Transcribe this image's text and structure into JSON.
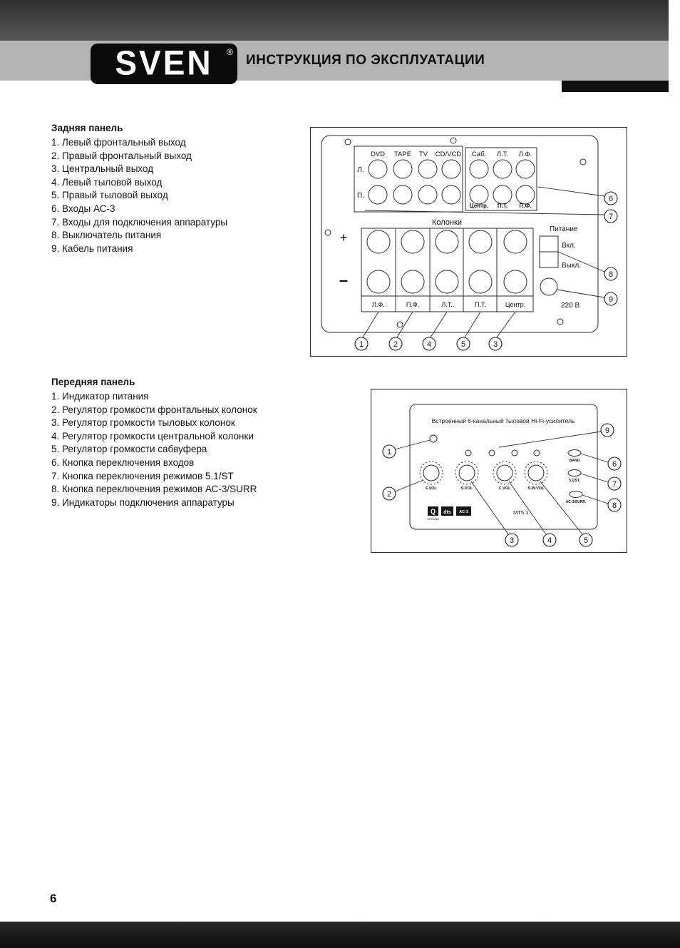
{
  "header": {
    "logo": "SVEN",
    "logo_reg": "®",
    "title": "ИНСТРУКЦИЯ ПО ЭКСПЛУАТАЦИИ"
  },
  "rear_panel": {
    "heading": "Задняя панель",
    "items": [
      "1. Левый фронтальный выход",
      "2. Правый фронтальный выход",
      "3. Центральный выход",
      "4. Левый тыловой выход",
      "5. Правый тыловой выход",
      "6. Входы АС-3",
      "7. Входы для подключения аппаратуры",
      "8. Выключатель питания",
      "9. Кабель питания"
    ]
  },
  "front_panel": {
    "heading": "Передняя панель",
    "items": [
      "1. Индикатор питания",
      "2. Регулятор громкости фронтальных колонок",
      "3. Регулятор громкости тыловых колонок",
      "4. Регулятор громкости центральной колонки",
      "5. Регулятор громкости сабвуфера",
      "6. Кнопка переключения входов",
      "7. Кнопка переключения режимов 5.1/ST",
      "8. Кнопка переключения режимов АС-3/SURR",
      "9. Индикаторы подключения аппаратуры"
    ]
  },
  "rear_diagram": {
    "input_top_labels": [
      "DVD",
      "TAPE",
      "TV",
      "CD/VCD",
      "Саб.",
      "Л.Т.",
      "Л.Ф."
    ],
    "input_row_labels": [
      "Л.",
      "П."
    ],
    "input_bottom_labels": [
      "Центр.",
      "П.Т.",
      "П.Ф."
    ],
    "speakers_title": "Колонки",
    "plus": "+",
    "minus": "–",
    "speaker_labels": [
      "Л.Ф.",
      "П.Ф.",
      "Л.Т.",
      "П.Т.",
      "Центр."
    ],
    "power_title": "Питание",
    "power_on": "Вкл.",
    "power_off": "Выкл.",
    "voltage": "220 В",
    "callouts_right": [
      "6",
      "7",
      "8",
      "9"
    ],
    "callouts_bottom": [
      "1",
      "2",
      "4",
      "5",
      "3"
    ]
  },
  "front_diagram": {
    "title": "Встроенный 6-канальный тыловой Hi-Fi-усилитель",
    "knob_labels": [
      "F.VOL",
      "S.VOL",
      "C.VOL",
      "S.W.VOL"
    ],
    "button_labels": [
      "BAND",
      "5.1/ST.",
      "AC-3/SURR."
    ],
    "logos": {
      "q": "Q",
      "ground": "GROUND",
      "dts": "dts",
      "ac3": "AC-3"
    },
    "model": "МТ5.1",
    "callouts": [
      "1",
      "2",
      "3",
      "4",
      "5",
      "6",
      "7",
      "8",
      "9"
    ]
  },
  "page_number": "6"
}
